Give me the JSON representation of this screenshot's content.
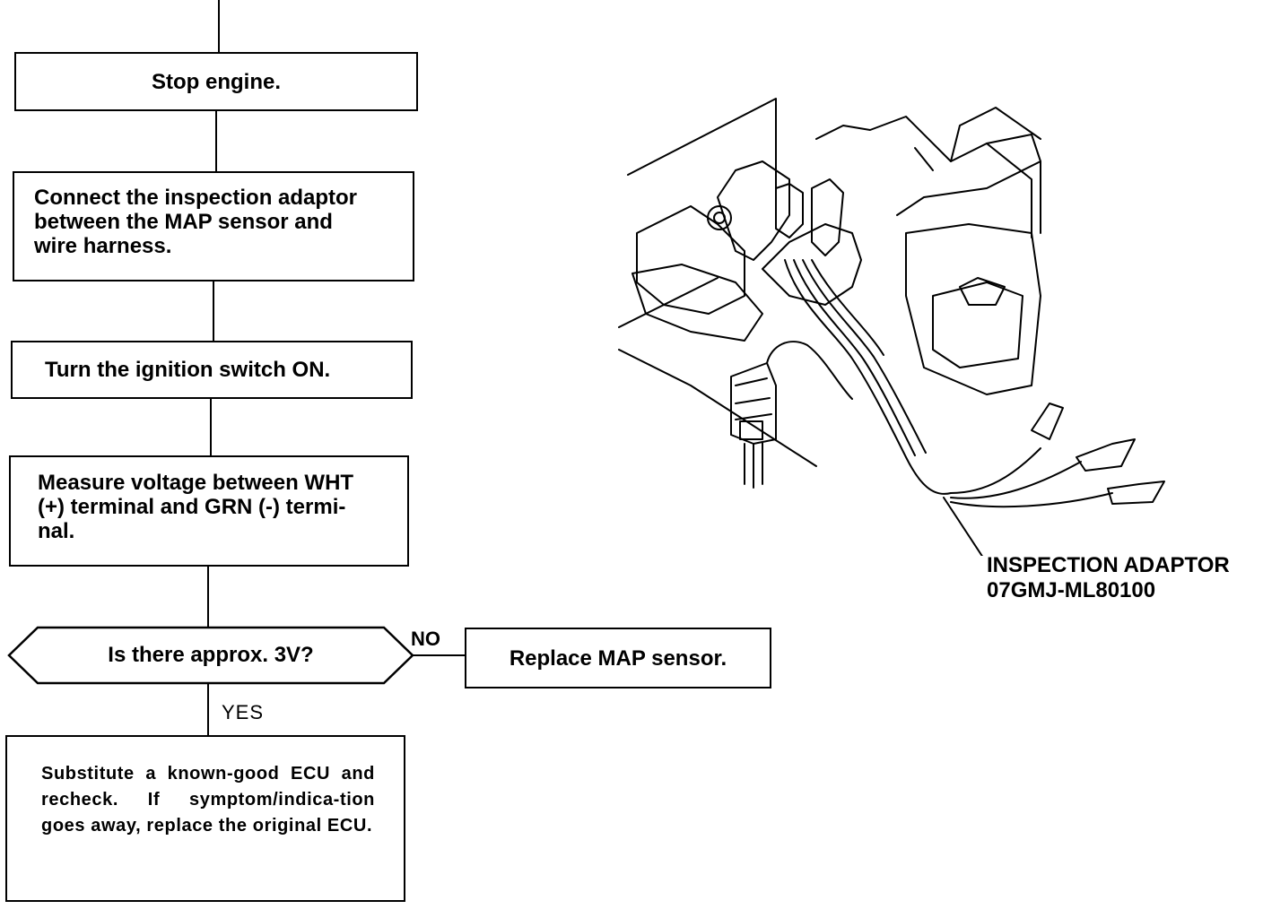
{
  "flowchart": {
    "steps": {
      "stop_engine": "Stop engine.",
      "connect_adaptor": "Connect the inspection adaptor\nbetween the MAP sensor and\nwire harness.",
      "ignition_on": "Turn the ignition switch ON.",
      "measure_voltage": "Measure voltage between WHT\n(+) terminal and GRN (-) termi-\nnal.",
      "decision": "Is there approx. 3V?",
      "replace_sensor": "Replace MAP sensor.",
      "substitute_ecu": "Substitute a known-good ECU and recheck. If symptom/indica-tion goes away, replace the original ECU."
    },
    "branches": {
      "no": "NO",
      "yes": "YES"
    }
  },
  "illustration": {
    "callout_name": "INSPECTION ADAPTOR",
    "callout_part_number": "07GMJ-ML80100"
  }
}
